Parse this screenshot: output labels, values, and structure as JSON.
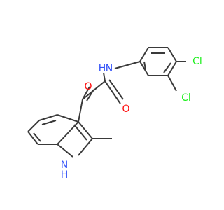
{
  "atoms": {
    "amide_n": "N",
    "amide_h": "H",
    "indole_n": "N",
    "indole_h": "H",
    "ketone_o": "O",
    "amide_o": "O",
    "cl_para": "Cl",
    "cl_meta": "Cl"
  },
  "colors": {
    "bond": "#3a3a3a",
    "oxygen": "#ff0d0d",
    "nitrogen": "#3050f8",
    "chlorine": "#1ff01f"
  }
}
